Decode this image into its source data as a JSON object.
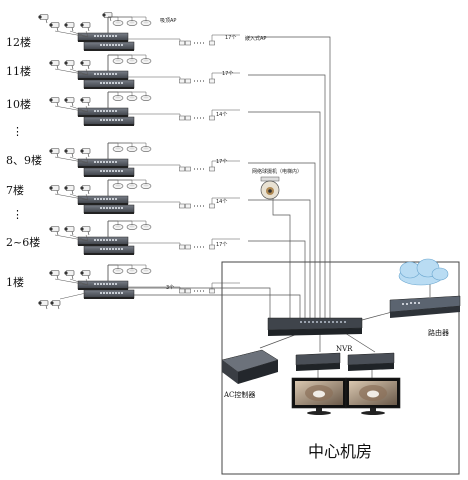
{
  "floors": [
    "12楼",
    "11楼",
    "10楼",
    "8、9楼",
    "7楼",
    "2~6楼",
    "1楼"
  ],
  "ap_counts": [
    "17个",
    "17个",
    "14个",
    "17个",
    "14个",
    "17个",
    "3个"
  ],
  "labels": {
    "ceiling_ap": "吸顶AP",
    "embedded_ap": "嵌入式AP",
    "ptz_camera": "网络球摄机（电梯内）",
    "nvr": "NVR",
    "router": "路由器",
    "ac_controller": "AC控制器",
    "center_room": "中心机房"
  },
  "colors": {
    "line": "#555555",
    "switch_dark": "#4a4f57",
    "screen_border": "#222222",
    "cloud": "#b9dcf3"
  }
}
